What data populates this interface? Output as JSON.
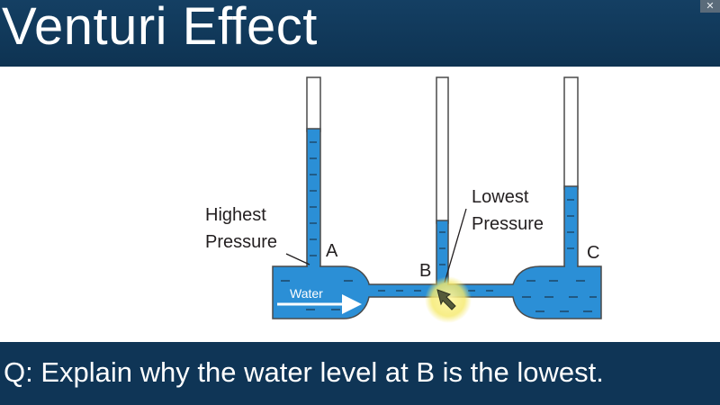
{
  "header": {
    "title": "Venturi Effect"
  },
  "diagram": {
    "labels": {
      "highest": [
        "Highest",
        "Pressure"
      ],
      "lowest": [
        "Lowest",
        "Pressure"
      ],
      "a": "A",
      "b": "B",
      "c": "C",
      "water": "Water"
    },
    "colors": {
      "water": "#2b8fd6",
      "tube_outline": "#4a4a4a",
      "pointer_highlight": "#f5e96a"
    },
    "icons": {
      "pointer": "cursor-arrow-icon",
      "flow": "arrow-right-icon"
    }
  },
  "footer": {
    "question": "Q: Explain why the water level at B is the lowest."
  },
  "window": {
    "corner_icon": "✕"
  }
}
